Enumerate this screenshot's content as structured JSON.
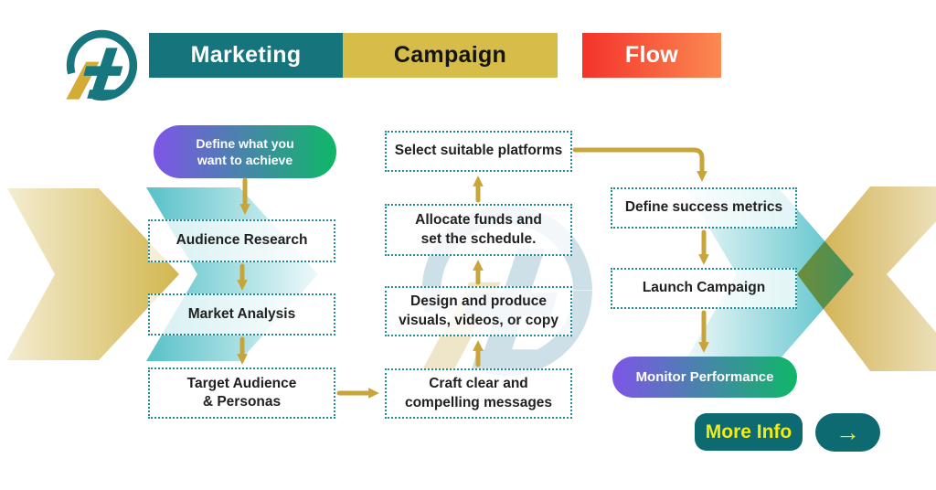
{
  "title": {
    "segments": [
      {
        "label": "Marketing",
        "bg": "#16747c",
        "color": "#ffffff"
      },
      {
        "label": "Campaign",
        "bg": "#d6bc49",
        "color": "#141414"
      },
      {
        "label": "Flow",
        "bg_gradient": [
          "#f4322b",
          "#fb8a52"
        ],
        "color": "#ffffff"
      }
    ]
  },
  "brand": {
    "logo_icon": "jt-logo",
    "watermark_icon": "jt-logo-watermark",
    "teal": "#16747c",
    "gold": "#d2ac35"
  },
  "flow": {
    "nodes": [
      {
        "id": "start",
        "type": "gradient-pill",
        "label": "Define what you\nwant to achieve"
      },
      {
        "id": "audience",
        "type": "dotted-box",
        "label": "Audience Research"
      },
      {
        "id": "market",
        "type": "dotted-box",
        "label": "Market Analysis"
      },
      {
        "id": "target",
        "type": "dotted-box",
        "label": "Target Audience\n& Personas"
      },
      {
        "id": "craft",
        "type": "dotted-box",
        "label": "Craft clear and\ncompelling messages"
      },
      {
        "id": "design",
        "type": "dotted-box",
        "label": "Design and produce\nvisuals, videos, or copy"
      },
      {
        "id": "allocate",
        "type": "dotted-box",
        "label": "Allocate funds and\nset the schedule."
      },
      {
        "id": "select",
        "type": "dotted-box",
        "label": "Select suitable platforms"
      },
      {
        "id": "metrics",
        "type": "dotted-box",
        "label": "Define success metrics"
      },
      {
        "id": "launch",
        "type": "dotted-box",
        "label": "Launch Campaign"
      },
      {
        "id": "monitor",
        "type": "gradient-pill",
        "label": "Monitor Performance"
      }
    ],
    "connections": [
      "start→audience",
      "audience→market",
      "market→target",
      "target→craft",
      "craft→design",
      "design→allocate",
      "allocate→select",
      "select→metrics",
      "metrics→launch",
      "launch→monitor"
    ],
    "arrow_color": "#c8a53b",
    "box_border_color": "#1e8c92",
    "pill_gradient": [
      "#7e55e8",
      "#0fb768"
    ]
  },
  "buttons": {
    "more_info_label": "More Info",
    "arrow_glyph": "→",
    "bg": "#0e6a71",
    "text_color": "#f3eb13"
  }
}
